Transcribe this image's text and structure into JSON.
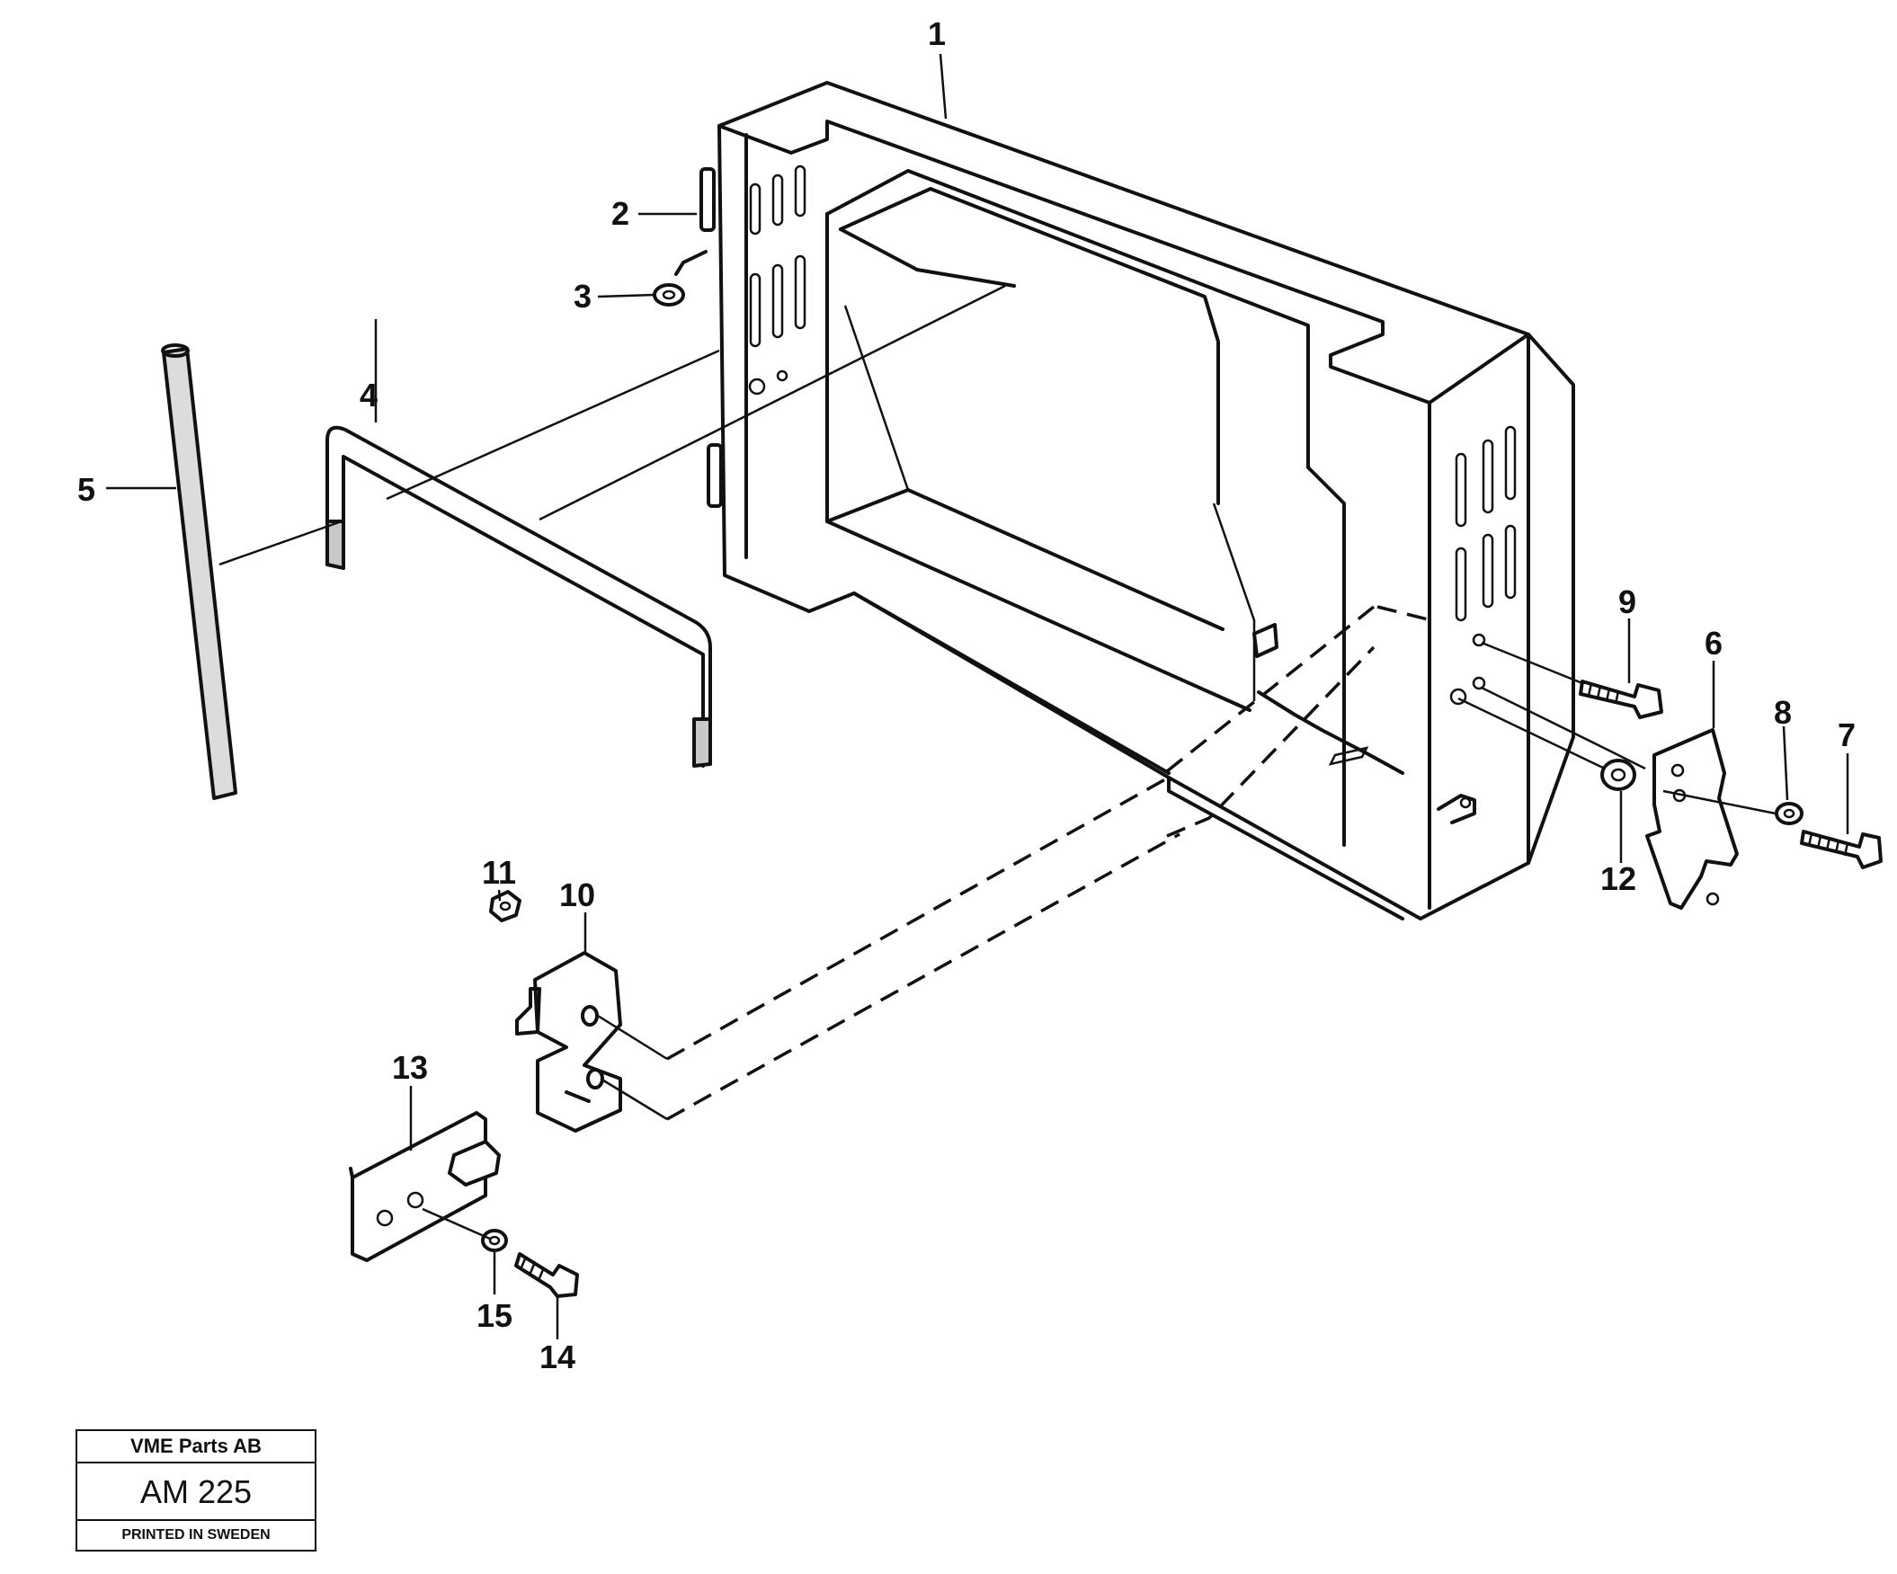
{
  "callouts": [
    "1",
    "2",
    "3",
    "4",
    "5",
    "6",
    "7",
    "8",
    "9",
    "10",
    "11",
    "12",
    "13",
    "14",
    "15"
  ],
  "stamp": {
    "company": "VME Parts AB",
    "code": "AM 225",
    "printed": "PRINTED IN SWEDEN"
  }
}
